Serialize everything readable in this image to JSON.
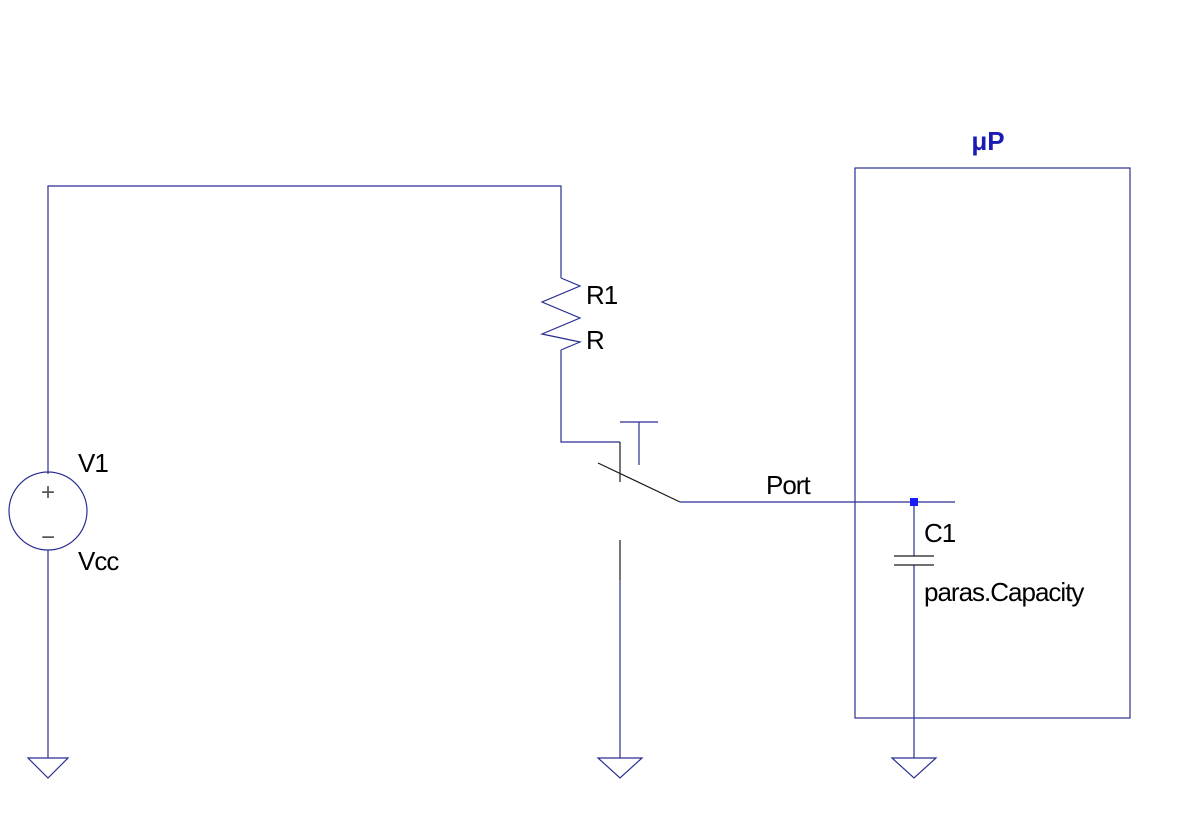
{
  "block": {
    "title": "μP"
  },
  "source": {
    "designator": "V1",
    "value": "Vcc",
    "plus_symbol": "+",
    "minus_symbol": "−"
  },
  "resistor": {
    "designator": "R1",
    "value": "R"
  },
  "net": {
    "port_label": "Port"
  },
  "capacitor": {
    "designator": "C1",
    "value": "paras.Capacity"
  },
  "colors": {
    "wire": "#2a2f8f",
    "component": "#1a1a1a",
    "block_title": "#1a1ab4",
    "junction": "#1a1aff",
    "background": "#ffffff"
  },
  "icons": {
    "ground": "ground-symbol-icon",
    "source": "voltage-source-icon",
    "resistor": "resistor-zigzag-icon",
    "switch": "pushbutton-switch-icon",
    "capacitor": "capacitor-icon"
  }
}
